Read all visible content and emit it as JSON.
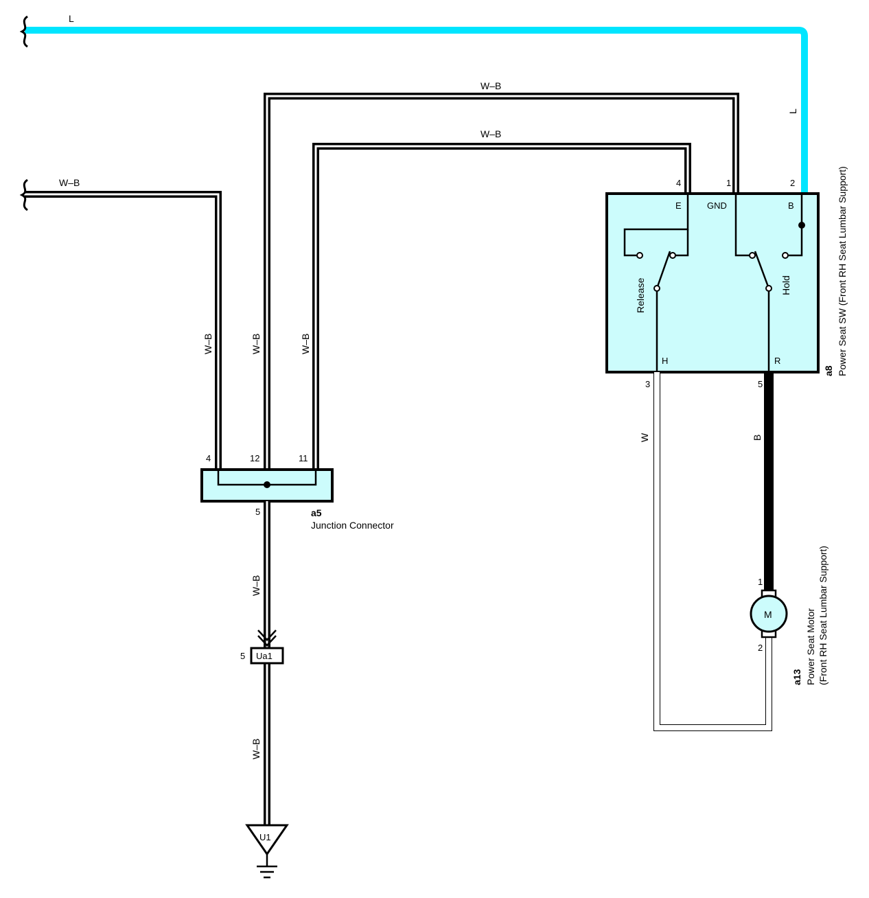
{
  "colors": {
    "wire_L": "#00e5ff",
    "component_fill": "#ccfcfc",
    "wire_outline": "#000000",
    "wire_white": "#ffffff"
  },
  "wires": {
    "L": "L",
    "WB": "W–B",
    "W": "W",
    "B": "B"
  },
  "switch": {
    "code": "a8",
    "name": "Power Seat SW (Front RH Seat Lumbar Support)",
    "terminals": {
      "E": "E",
      "GND": "GND",
      "B": "B",
      "H": "H",
      "R": "R"
    },
    "pins": {
      "p4": "4",
      "p1": "1",
      "p2": "2",
      "p3": "3",
      "p5": "5"
    },
    "release": "Release",
    "hold": "Hold"
  },
  "junction": {
    "code": "a5",
    "name": "Junction Connector",
    "pins": {
      "p4": "4",
      "p12": "12",
      "p11": "11",
      "p5": "5"
    }
  },
  "connector": {
    "code": "Ua1",
    "pin": "5"
  },
  "ground": {
    "code": "U1"
  },
  "motor": {
    "code": "a13",
    "name_line1": "Power Seat Motor",
    "name_line2": "(Front RH Seat Lumbar Support)",
    "symbol": "M",
    "pins": {
      "p1": "1",
      "p2": "2"
    }
  }
}
